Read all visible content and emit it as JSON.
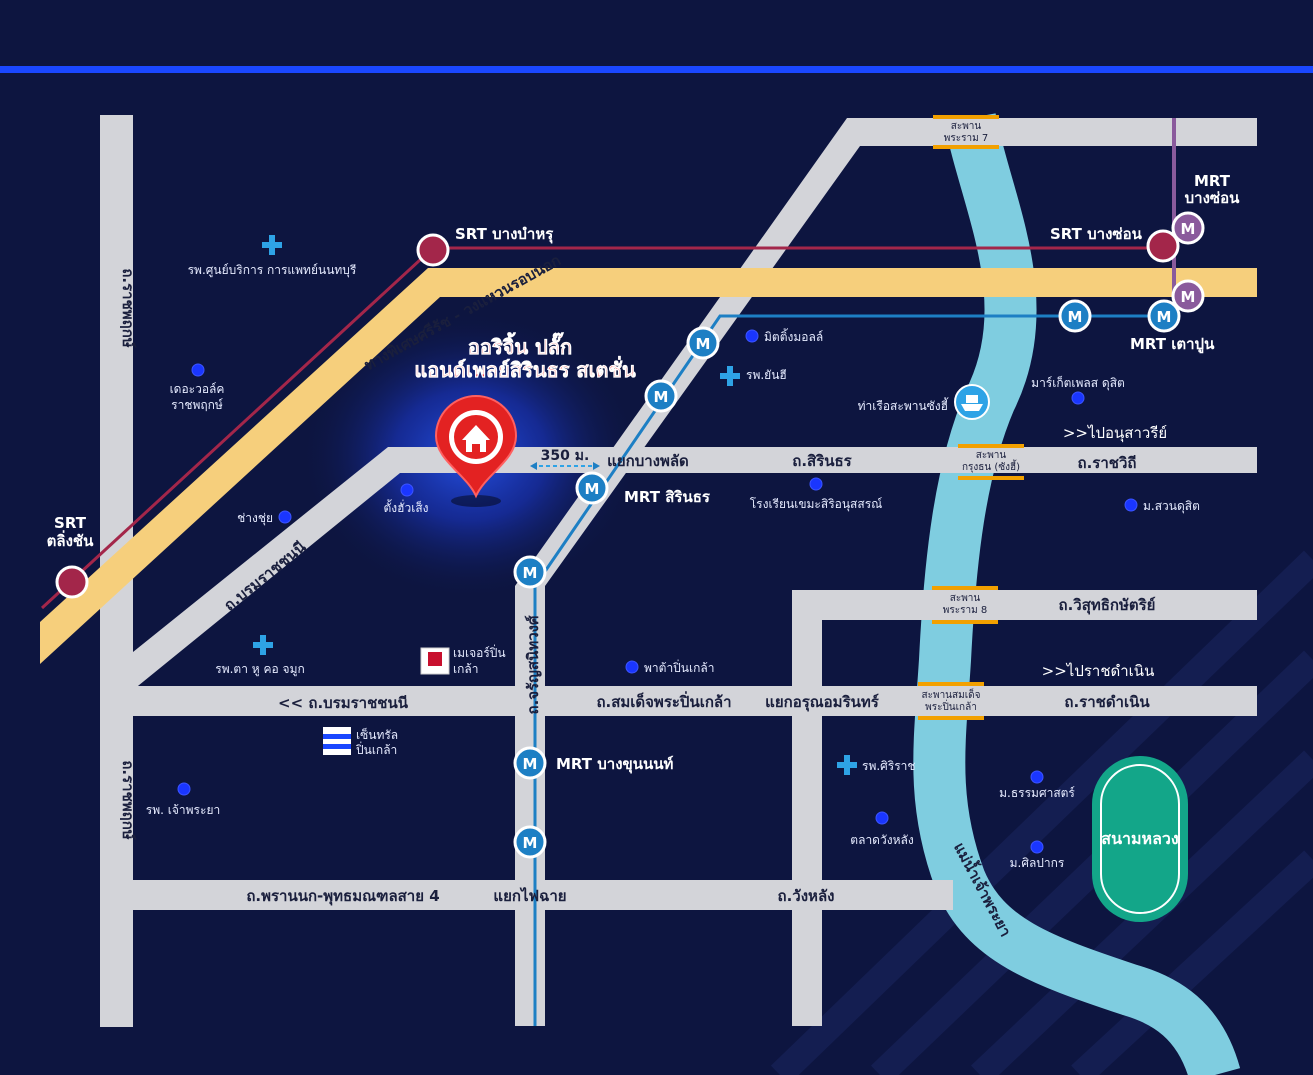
{
  "colors": {
    "background": "#0d1540",
    "top_bar": "#1a47ff",
    "road": "#d3d4d9",
    "expressway": "#f6cf7c",
    "river": "#7fcde0",
    "srt_line": "#a3264a",
    "mrt_blue": "#1d7fc4",
    "mrt_purple": "#8a5a9c",
    "poi_dot": "#1a36ff",
    "hospital_cross": "#2ea3e6",
    "project_pin": "#e32222",
    "stadium": "#13a689",
    "bridge": "#f2a000",
    "title_text": "#ff2020"
  },
  "project": {
    "name_line1": "ออริจิ้น ปลั๊ก",
    "name_line2": "แอนด์เพลย์สิรินธร สเตชั่น",
    "pin_icon": "house-pin-icon",
    "distance": "350 ม."
  },
  "roads": {
    "ratchaphruek_upper": "ถ.ราชพฤกษ์",
    "ratchaphruek_lower": "ถ.ราชพฤกษ์",
    "borommaratchachonnani_diag": "ถ.บรมราชชนนี",
    "borommaratchachonnani": "<< ถ.บรมราชชนนี",
    "jaran_sanitwong": "ถ.จรัญสนิทวงศ์",
    "somdet_phra_pinklao": "ถ.สมเด็จพระปิ่นเกล้า",
    "sirindhorn": "ถ.สิรินธร",
    "ratchawithi": "ถ.ราชวิถี",
    "wisutkasat": "ถ.วิสุทธิกษัตริย์",
    "ratchadamnoen": "ถ.ราชดำเนิน",
    "phrannok": "ถ.พรานนก-พุทธมณฑลสาย 4",
    "wang_lang": "ถ.วังหลัง",
    "expressway": "ทางพิเศษศรีรัช - วงแหวนรอบนอก",
    "to_victory_monument": ">>ไปอนุสาวรีย์",
    "to_ratchadamnoen": ">>ไปราชดำเนิน"
  },
  "junctions": {
    "bang_phlat": "แยกบางพลัด",
    "arun_amarin": "แยกอรุณอมรินทร์",
    "fai_chai": "แยกไฟฉาย"
  },
  "bridges": {
    "rama7_l1": "สะพาน",
    "rama7_l2": "พระราม 7",
    "krungthon_l1": "สะพาน",
    "krungthon_l2": "กรุงธน (ซังฮี้)",
    "rama8_l1": "สะพาน",
    "rama8_l2": "พระราม 8",
    "pinklao_l1": "สะพานสมเด็จ",
    "pinklao_l2": "พระปิ่นเกล้า"
  },
  "river": "แม่น้ำเจ้าพระยา",
  "stadium": "สนามหลวง",
  "stations": {
    "srt_taling_chan_l1": "SRT",
    "srt_taling_chan_l2": "ตลิ่งชัน",
    "srt_bang_bamru": "SRT บางบำหรุ",
    "srt_bang_son": "SRT บางซ่อน",
    "mrt_bang_son_l1": "MRT",
    "mrt_bang_son_l2": "บางซ่อน",
    "mrt_tao_poon": "MRT เตาปูน",
    "mrt_sirindhorn": "MRT สิรินธร",
    "mrt_bang_khun_non": "MRT บางขุนนนท์",
    "mrt_badge": "M"
  },
  "places": {
    "hosp_nonthaburi": "รพ.ศูนย์บริการ การแพทย์นนทบุรี",
    "the_walk_l1": "เดอะวอล์ค",
    "the_walk_l2": "ราชพฤกษ์",
    "chang_chui": "ช่างชุ่ย",
    "tang_hua_seng": "ตั้งฮั่วเส็ง",
    "hosp_eent": "รพ.ตา หู คอ จมูก",
    "major_l1": "เมเจอร์ปิ่น",
    "major_l2": "เกล้า",
    "central_l1": "เซ็นทรัล",
    "central_l2": "ปิ่นเกล้า",
    "hosp_chaophraya": "รพ. เจ้าพระยา",
    "mitting_mall": "มิตติ้งมอลล์",
    "hosp_yanhee": "รพ.ยันฮี",
    "songhi_pier": "ท่าเรือสะพานซังฮี้",
    "market_place": "มาร์เก็ตเพลส ดุสิต",
    "school": "โรงเรียนเขมะสิริอนุสสรณ์",
    "suan_dusit": "ม.สวนดุสิต",
    "pata": "พาต้าปิ่นเกล้า",
    "hosp_siriraj": "รพ.ศิริราช",
    "wang_lang_market": "ตลาดวังหลัง",
    "thammasat": "ม.ธรรมศาสตร์",
    "silpakorn": "ม.ศิลปากร"
  }
}
